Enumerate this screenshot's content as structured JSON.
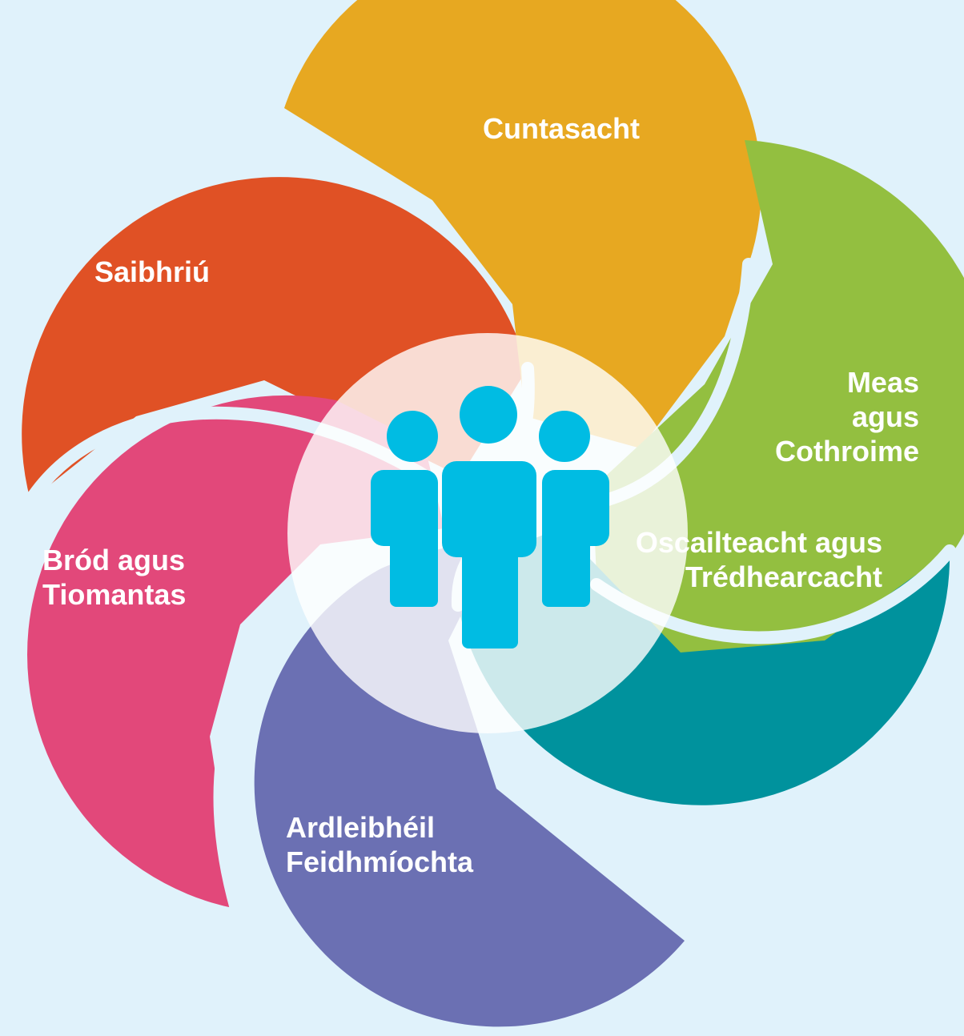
{
  "background_color": "#e0f2fb",
  "petals": [
    {
      "id": "cuntasacht",
      "lines": [
        "Cuntasacht"
      ],
      "color": "#e7a821"
    },
    {
      "id": "meas",
      "lines": [
        "Meas",
        "agus",
        "Cothroime"
      ],
      "color": "#93bf40"
    },
    {
      "id": "oscailteacht",
      "lines": [
        "Oscailteacht agus",
        "Trédhearcacht"
      ],
      "color": "#00929d"
    },
    {
      "id": "ardleibheil",
      "lines": [
        "Ardleibhéil",
        "Feidhmíochta"
      ],
      "color": "#6b70b3"
    },
    {
      "id": "brod",
      "lines": [
        "Bród agus",
        "Tiomantas"
      ],
      "color": "#e2487a"
    },
    {
      "id": "saibhriu",
      "lines": [
        "Saibhriú"
      ],
      "color": "#e05125"
    }
  ],
  "center": {
    "icon": "people-group-icon",
    "icon_color": "#00bce3",
    "circle_color": "#ffffff"
  }
}
